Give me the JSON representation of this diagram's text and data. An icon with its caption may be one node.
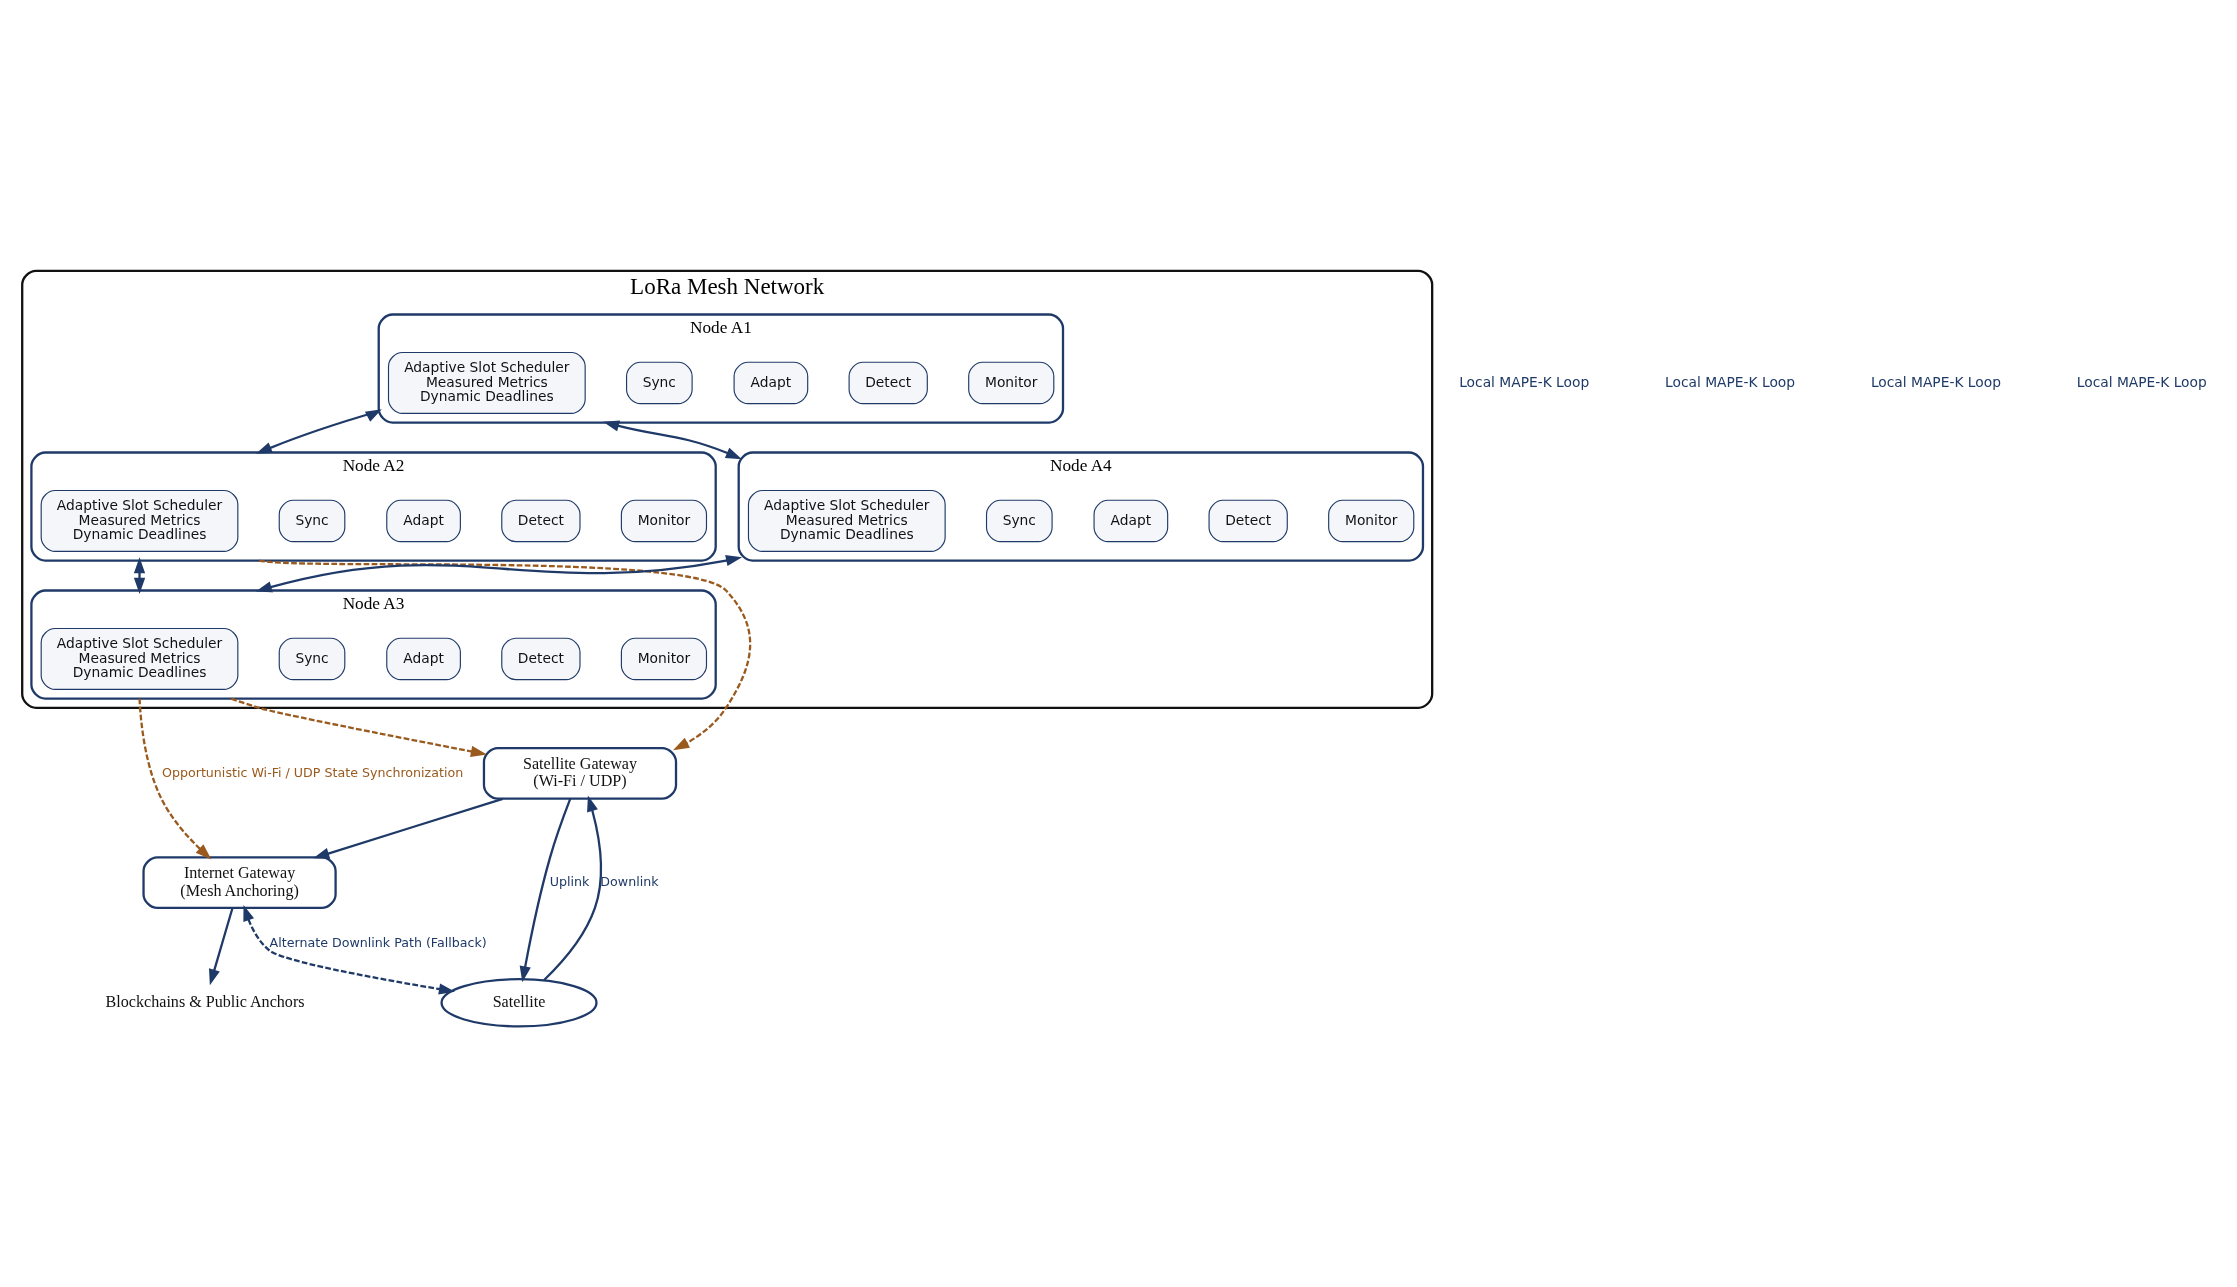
{
  "diagram": {
    "nodes": [
      {
        "text": [
          "LoRa Mesh Network"
        ]
      },
      {
        "text": [
          "Node A1"
        ],
        "in": 0
      },
      {
        "text": [
          "Monitor"
        ],
        "in": 1
      },
      {
        "text": [
          "Detect"
        ],
        "in": 1
      },
      {
        "text": [
          "Adapt"
        ],
        "in": 1
      },
      {
        "text": [
          "Sync"
        ],
        "in": 1
      },
      {
        "text": [
          "Adaptive Slot Scheduler",
          "Measured Metrics",
          "Dynamic Deadlines"
        ],
        "in": 1
      },
      {
        "text": [
          "Node A2"
        ],
        "in": 0
      },
      {
        "text": [
          "Monitor"
        ],
        "in": 7
      },
      {
        "text": [
          "Detect"
        ],
        "in": 7
      },
      {
        "text": [
          "Adapt"
        ],
        "in": 7
      },
      {
        "text": [
          "Sync"
        ],
        "in": 7
      },
      {
        "text": [
          "Adaptive Slot Scheduler",
          "Measured Metrics",
          "Dynamic Deadlines"
        ],
        "in": 7
      },
      {
        "text": [
          "Node A4"
        ],
        "in": 0
      },
      {
        "text": [
          "Monitor"
        ],
        "in": 13
      },
      {
        "text": [
          "Detect"
        ],
        "in": 13
      },
      {
        "text": [
          "Adapt"
        ],
        "in": 13
      },
      {
        "text": [
          "Sync"
        ],
        "in": 13
      },
      {
        "text": [
          "Adaptive Slot Scheduler",
          "Measured Metrics",
          "Dynamic Deadlines"
        ],
        "in": 13
      },
      {
        "text": [
          "Node A3"
        ],
        "in": 0
      },
      {
        "text": [
          "Monitor"
        ],
        "in": 19
      },
      {
        "text": [
          "Detect"
        ],
        "in": 19
      },
      {
        "text": [
          "Adapt"
        ],
        "in": 19
      },
      {
        "text": [
          "Sync"
        ],
        "in": 19
      },
      {
        "text": [
          "Adaptive Slot Scheduler",
          "Measured Metrics",
          "Dynamic Deadlines"
        ],
        "in": 19
      },
      {
        "text": [
          "Satellite"
        ]
      },
      {
        "text": [
          "Satellite Gateway",
          "(Wi-Fi / UDP)"
        ]
      },
      {
        "text": [
          "Internet Gateway",
          "(Mesh Anchoring)"
        ]
      },
      {
        "text": [
          "Blockchains & Public Anchors"
        ]
      }
    ],
    "edges": [
      {
        "from": 1,
        "to": 7,
        "arrow": "both"
      },
      {
        "from": 1,
        "to": 13,
        "arrow": "both"
      },
      {
        "from": 7,
        "to": 19,
        "arrow": "both"
      },
      {
        "from": 13,
        "to": 19,
        "arrow": "both"
      },
      {
        "from": 26,
        "to": 25,
        "arrow": "to",
        "label": "Uplink"
      },
      {
        "from": 25,
        "to": 26,
        "arrow": "to",
        "label": "Downlink"
      },
      {
        "from": 26,
        "to": 27,
        "arrow": "to"
      },
      {
        "from": 27,
        "to": 28,
        "arrow": "to"
      },
      {
        "from": 7,
        "to": 26,
        "arrow": "to",
        "style": "dashed",
        "color": "#9a5a1e"
      },
      {
        "from": 19,
        "to": 26,
        "arrow": "to",
        "style": "dashed",
        "color": "#9a5a1e"
      },
      {
        "from": 19,
        "to": 27,
        "arrow": "to",
        "style": "dashed",
        "color": "#9a5a1e",
        "label": "Opportunistic Wi-Fi / UDP State Synchronization"
      },
      {
        "from": 27,
        "to": 25,
        "arrow": "both",
        "style": "dashed",
        "label": "Alternate Downlink Path (Fallback)"
      }
    ],
    "labels": [
      "Local MAPE-K Loop",
      "Local MAPE-K Loop",
      "Local MAPE-K Loop",
      "Local MAPE-K Loop"
    ]
  }
}
